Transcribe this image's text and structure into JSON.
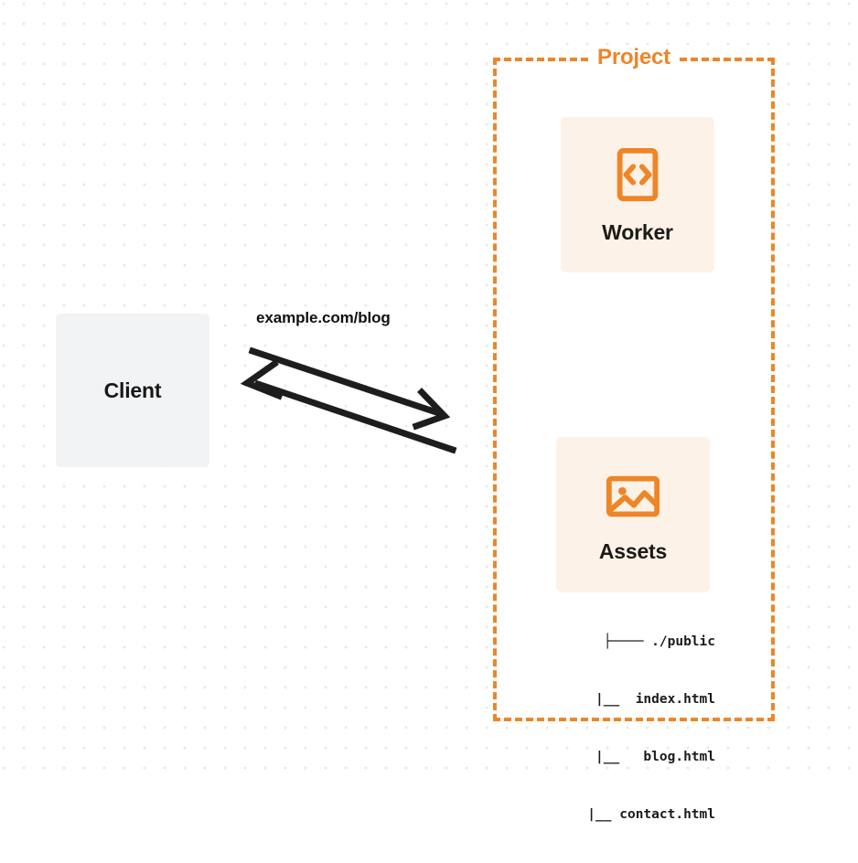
{
  "diagram": {
    "background": {
      "style": "dot-grid",
      "dot_color": "#e9e9ea",
      "page_color": "#ffffff"
    },
    "colors": {
      "accent_orange": "#ee8527",
      "card_cream": "#fdf2e7",
      "client_gray": "#f2f3f5",
      "text_dark": "#181818"
    },
    "client": {
      "label": "Client",
      "icon": "none"
    },
    "connection": {
      "label": "example.com/blog",
      "request_direction": "client-to-project",
      "response_direction": "project-to-client",
      "line_color": "#1d1d1d"
    },
    "project": {
      "title": "Project",
      "border_style": "dashed",
      "border_color": "#ee8527",
      "nodes": [
        {
          "id": "worker",
          "label": "Worker",
          "icon": "code-brackets-icon",
          "icon_color": "#ee8527",
          "background": "#fdf2e7"
        },
        {
          "id": "assets",
          "label": "Assets",
          "icon": "image-picture-icon",
          "icon_color": "#ee8527",
          "background": "#fdf2e7"
        }
      ],
      "file_tree": [
        "├──── ./public",
        "    |__  index.html",
        "    |__   blog.html",
        "    |__ contact.html"
      ]
    }
  }
}
